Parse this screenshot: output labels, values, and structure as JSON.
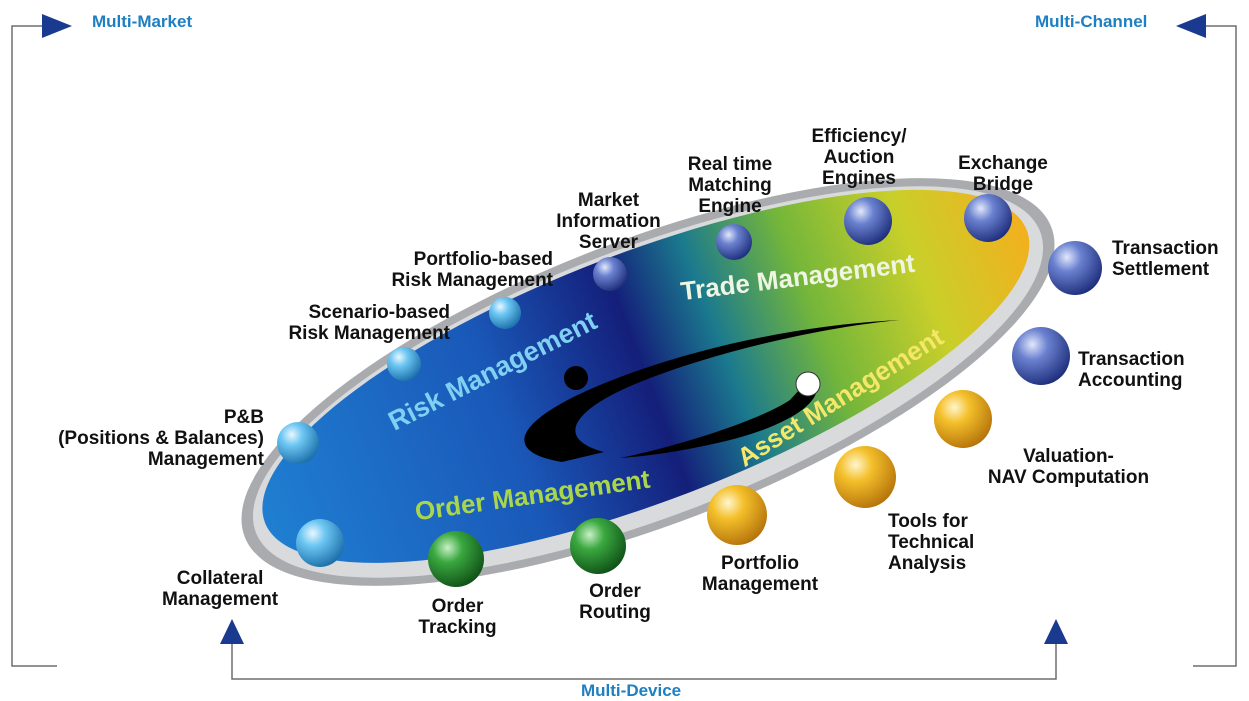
{
  "edges": {
    "top_left": "Multi-Market",
    "top_right": "Multi-Channel",
    "bottom": "Multi-Device"
  },
  "zones": {
    "risk": "Risk Management",
    "trade": "Trade Management",
    "order": "Order Management",
    "asset": "Asset Management"
  },
  "nodes": {
    "collateral": "Collateral\nManagement",
    "pb": "P&B\n(Positions & Balances)\nManagement",
    "scenario": "Scenario-based\nRisk Management",
    "portfolio_risk": "Portfolio-based\nRisk Management",
    "market_info": "Market\nInformation\nServer",
    "matching": "Real time\nMatching\nEngine",
    "efficiency": "Efficiency/\nAuction\nEngines",
    "exchange": "Exchange\nBridge",
    "settlement": "Transaction\nSettlement",
    "accounting": "Transaction\nAccounting",
    "valuation": "Valuation-\nNAV Computation",
    "tools": "Tools for\nTechnical\nAnalysis",
    "portfolio_mgmt": "Portfolio\nManagement",
    "order_routing": "Order\nRouting",
    "order_tracking": "Order\nTracking"
  },
  "colors": {
    "accent_blue": "#1e7fc2",
    "arrow_navy": "#1a3a8f",
    "ring_grey": "#a9abae",
    "light_blue_sphere": "#4fb3e8",
    "navy_sphere": "#4a63b8",
    "green_sphere": "#2f9a3a",
    "gold_sphere": "#f2b51c"
  }
}
